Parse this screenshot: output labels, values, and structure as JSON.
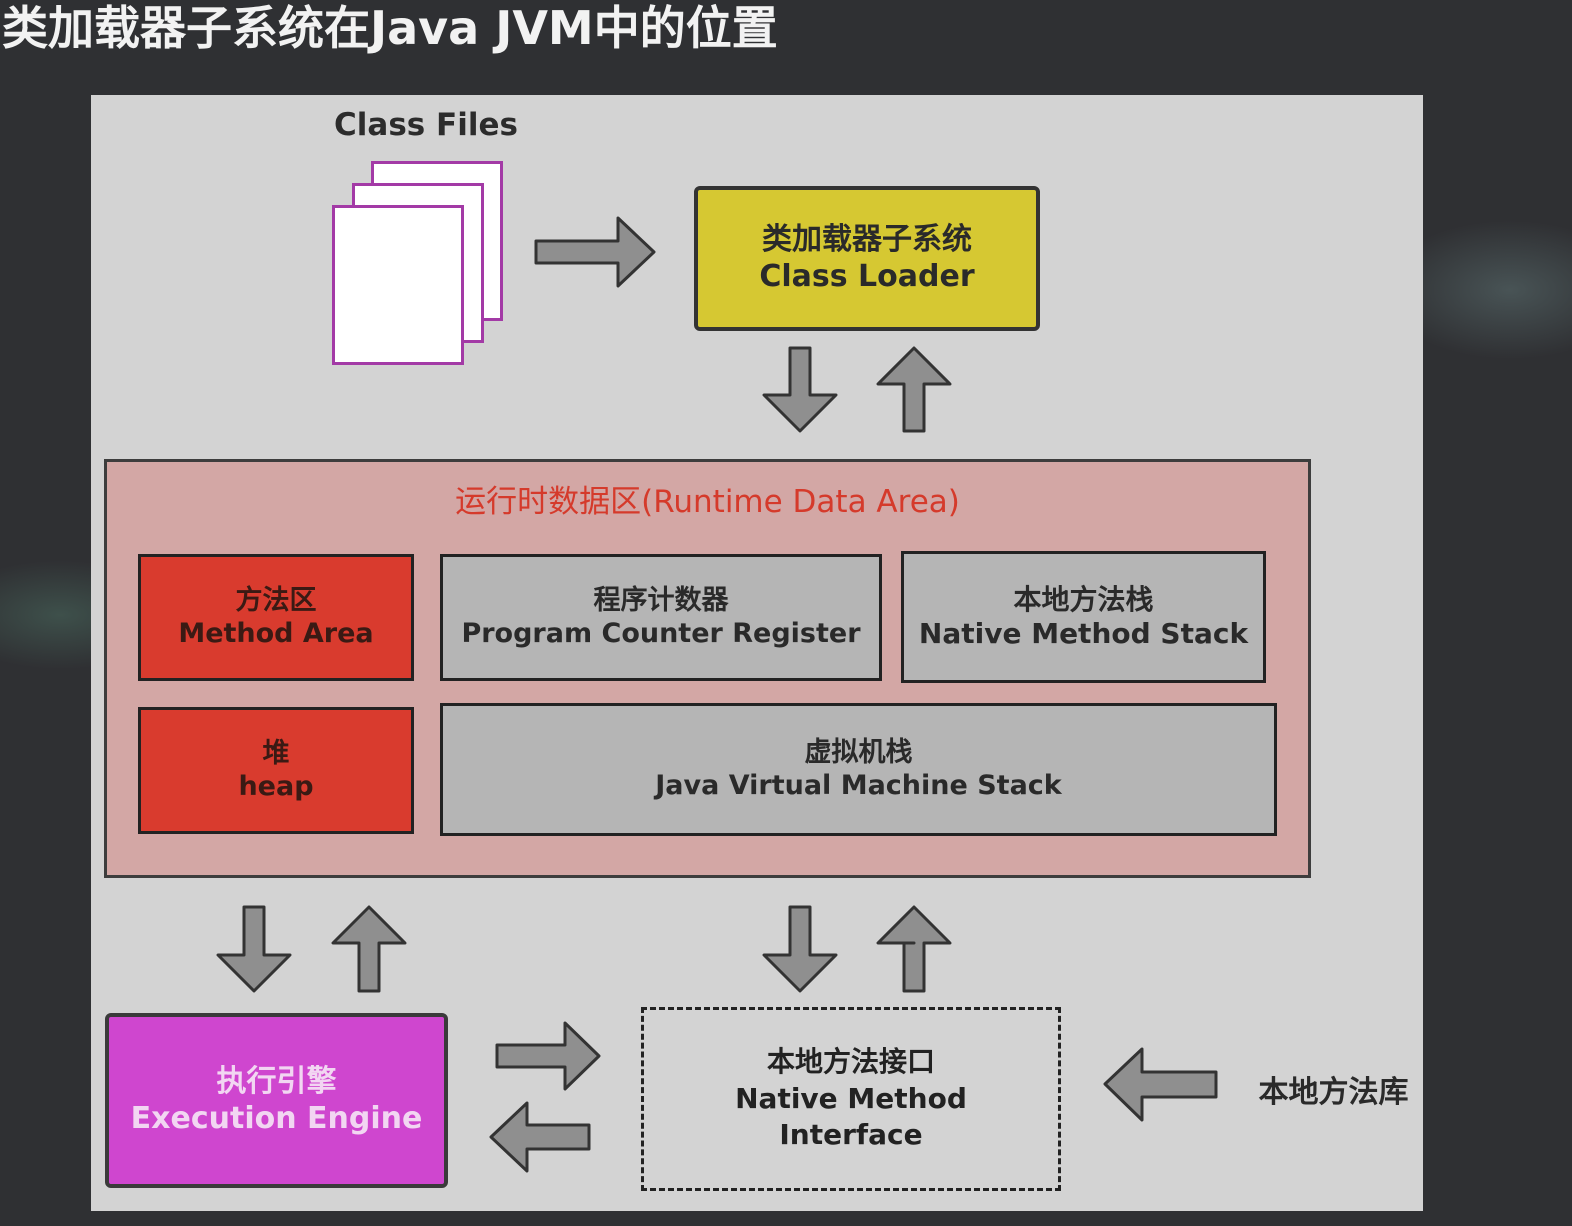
{
  "page": {
    "title": "类加载器子系统在Java JVM中的位置"
  },
  "diagram": {
    "class_files": {
      "label": "Class Files"
    },
    "class_loader": {
      "zh": "类加载器子系统",
      "en": "Class Loader"
    },
    "runtime_data_area": {
      "title": "运行时数据区(Runtime Data Area)",
      "method_area": {
        "zh": "方法区",
        "en": "Method Area"
      },
      "program_counter": {
        "zh": "程序计数器",
        "en": "Program Counter Register"
      },
      "native_method_stack": {
        "zh": "本地方法栈",
        "en": "Native Method Stack"
      },
      "heap": {
        "zh": "堆",
        "en": "heap"
      },
      "jvm_stack": {
        "zh": "虚拟机栈",
        "en": "Java Virtual Machine Stack"
      }
    },
    "execution_engine": {
      "zh": "执行引擎",
      "en": "Execution Engine"
    },
    "native_method_interface": {
      "zh": "本地方法接口",
      "en_line1": "Native Method",
      "en_line2": "Interface"
    },
    "native_library": {
      "label": "本地方法库"
    },
    "colors": {
      "class_loader": "#d6c832",
      "runtime_area": "#d3a7a5",
      "runtime_title": "#d53a2b",
      "red_region": "#d93b2e",
      "gray_region": "#b5b5b5",
      "execution_engine": "#cf46cf",
      "class_file_border": "#a33aa6"
    }
  }
}
